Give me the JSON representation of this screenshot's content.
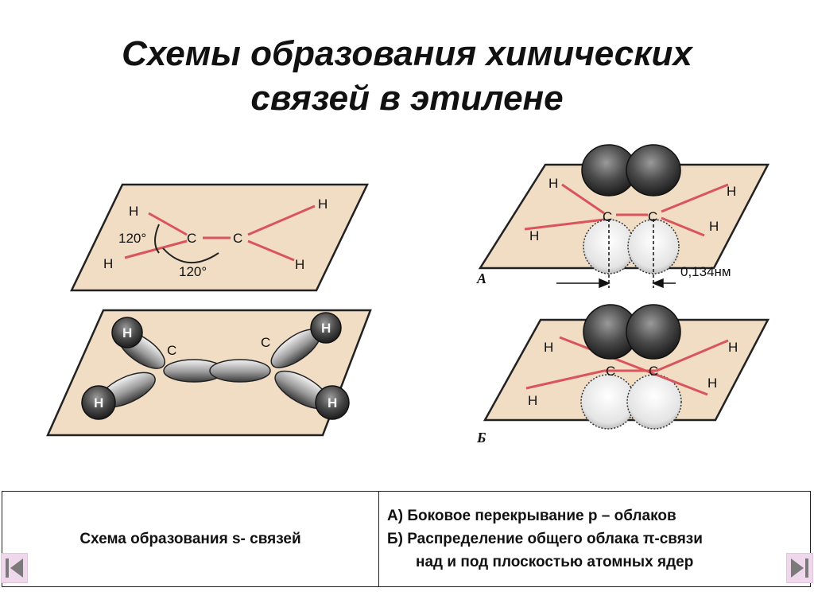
{
  "slide": {
    "title_line1": "Схемы образования химических",
    "title_line2": "связей в этилене"
  },
  "diagram_labels": {
    "top_left": {
      "h1": "H",
      "h2": "H",
      "h3": "H",
      "h4": "H",
      "c1": "C",
      "c2": "C",
      "angle1": "120°",
      "angle2": "120°"
    },
    "bottom_left": {
      "h1": "H",
      "h2": "H",
      "h3": "H",
      "h4": "H",
      "c1": "C",
      "c2": "C"
    },
    "top_right": {
      "h1": "H",
      "h2": "H",
      "h3": "H",
      "h4": "H",
      "c1": "C",
      "c2": "C",
      "panel_letter": "A",
      "distance": "0,134нм"
    },
    "bottom_right": {
      "h1": "H",
      "h2": "H",
      "h3": "H",
      "h4": "H",
      "c1": "C",
      "c2": "C",
      "panel_letter": "Б"
    }
  },
  "captions": {
    "left": "Схема образования s- связей",
    "right_line1": "А)  Боковое перекрывание  р – облаков",
    "right_line2": "Б)  Распределение общего облака π-связи",
    "right_line3": "над и под плоскостью атомных ядер"
  },
  "navigation": {
    "prev_icon": "skip-back-icon",
    "next_icon": "skip-forward-icon"
  },
  "colors": {
    "plane_fill": "#f0ddc4",
    "bond_line": "#d9545c",
    "cloud_dark": "#2a2a2a",
    "nav_bg": "#efd7ec",
    "nav_arrow": "#7a7a7a"
  }
}
